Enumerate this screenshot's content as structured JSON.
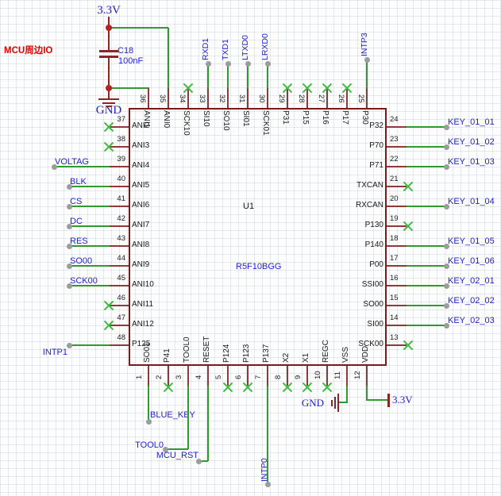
{
  "annotation": "MCU周边IO",
  "chip": {
    "designator": "U1",
    "part_number": "R5F10BGG"
  },
  "capacitor": {
    "designator": "C18",
    "value": "100nF"
  },
  "power": {
    "vcc_top": "3.3V",
    "gnd_top": "GND",
    "gnd_bottom": "GND",
    "vcc_bottom": "3.3V"
  },
  "colors": {
    "wire": "#2e9b2e",
    "symbol": "#8c2626",
    "pin": "#8e3a3a",
    "body_border": "#7a1a1a",
    "net_label": "#2323cc",
    "no_connect": "#3cbc3c",
    "junction": "#b42222",
    "anchor_dot": "#9c9c9c",
    "annotation": "#e80000"
  },
  "pins": {
    "top": [
      {
        "num": "36",
        "name": "ANI1",
        "conn": "rail-gnd"
      },
      {
        "num": "35",
        "name": "ANI0",
        "conn": "rail-vcc"
      },
      {
        "num": "34",
        "name": "SCK10",
        "conn": "nc"
      },
      {
        "num": "33",
        "name": "SI10",
        "conn": "label",
        "label": "RXD1"
      },
      {
        "num": "32",
        "name": "SO10",
        "conn": "label",
        "label": "TXD1"
      },
      {
        "num": "31",
        "name": "SI01",
        "conn": "label",
        "label": "LTXD0"
      },
      {
        "num": "30",
        "name": "SCK01",
        "conn": "label",
        "label": "LRXD0"
      },
      {
        "num": "29",
        "name": "P31",
        "conn": "nc"
      },
      {
        "num": "28",
        "name": "P15",
        "conn": "nc"
      },
      {
        "num": "27",
        "name": "P16",
        "conn": "nc"
      },
      {
        "num": "26",
        "name": "P17",
        "conn": "nc"
      },
      {
        "num": "25",
        "name": "P30",
        "conn": "label",
        "label": "INTP3",
        "dotY": 75
      }
    ],
    "left": [
      {
        "num": "37",
        "name": "ANI2",
        "conn": "nc"
      },
      {
        "num": "38",
        "name": "ANI3",
        "conn": "nc"
      },
      {
        "num": "39",
        "name": "ANI4",
        "conn": "label",
        "label": "VOLTAG",
        "dotX": 68
      },
      {
        "num": "40",
        "name": "ANI5",
        "conn": "label",
        "label": "BLK"
      },
      {
        "num": "41",
        "name": "ANI6",
        "conn": "label",
        "label": "CS"
      },
      {
        "num": "42",
        "name": "ANI7",
        "conn": "label",
        "label": "DC"
      },
      {
        "num": "43",
        "name": "ANI8",
        "conn": "label",
        "label": "RES"
      },
      {
        "num": "44",
        "name": "ANI9",
        "conn": "label",
        "label": "SO00"
      },
      {
        "num": "45",
        "name": "ANI10",
        "conn": "label",
        "label": "SCK00"
      },
      {
        "num": "46",
        "name": "ANI11",
        "conn": "nc"
      },
      {
        "num": "47",
        "name": "ANI12",
        "conn": "nc"
      },
      {
        "num": "48",
        "name": "P125",
        "conn": "label",
        "label": "INTP1",
        "below": true
      }
    ],
    "right": [
      {
        "num": "24",
        "name": "P32",
        "conn": "label",
        "label": "KEY_01_01"
      },
      {
        "num": "23",
        "name": "P70",
        "conn": "label",
        "label": "KEY_01_02"
      },
      {
        "num": "22",
        "name": "P71",
        "conn": "label",
        "label": "KEY_01_03"
      },
      {
        "num": "21",
        "name": "TXCAN",
        "conn": "nc"
      },
      {
        "num": "20",
        "name": "RXCAN",
        "conn": "label",
        "label": "KEY_01_04"
      },
      {
        "num": "19",
        "name": "P130",
        "conn": "nc"
      },
      {
        "num": "18",
        "name": "P140",
        "conn": "label",
        "label": "KEY_01_05"
      },
      {
        "num": "17",
        "name": "P00",
        "conn": "label",
        "label": "KEY_01_06"
      },
      {
        "num": "16",
        "name": "SSI00",
        "conn": "label",
        "label": "KEY_02_01"
      },
      {
        "num": "15",
        "name": "SO00",
        "conn": "label",
        "label": "KEY_02_02"
      },
      {
        "num": "14",
        "name": "SI00",
        "conn": "label",
        "label": "KEY_02_03"
      },
      {
        "num": "13",
        "name": "SCK00",
        "conn": "nc"
      }
    ],
    "bottom": [
      {
        "num": "1",
        "name": "SO01",
        "conn": "wire-label",
        "label": "BLUE_KEY"
      },
      {
        "num": "2",
        "name": "P41",
        "conn": "nc"
      },
      {
        "num": "3",
        "name": "TOOL0",
        "conn": "wire-label-left",
        "label": "TOOL0"
      },
      {
        "num": "4",
        "name": "RESET",
        "conn": "wire-label-left2",
        "label": "MCU_RST"
      },
      {
        "num": "5",
        "name": "P124",
        "conn": "nc"
      },
      {
        "num": "6",
        "name": "P123",
        "conn": "nc"
      },
      {
        "num": "7",
        "name": "P137",
        "conn": "vlabel",
        "label": "INTP0"
      },
      {
        "num": "8",
        "name": "X2",
        "conn": "nc"
      },
      {
        "num": "9",
        "name": "X1",
        "conn": "nc"
      },
      {
        "num": "10",
        "name": "REGC",
        "conn": "nc"
      },
      {
        "num": "11",
        "name": "VSS",
        "conn": "gnd"
      },
      {
        "num": "12",
        "name": "VDD",
        "conn": "vcc"
      }
    ]
  }
}
